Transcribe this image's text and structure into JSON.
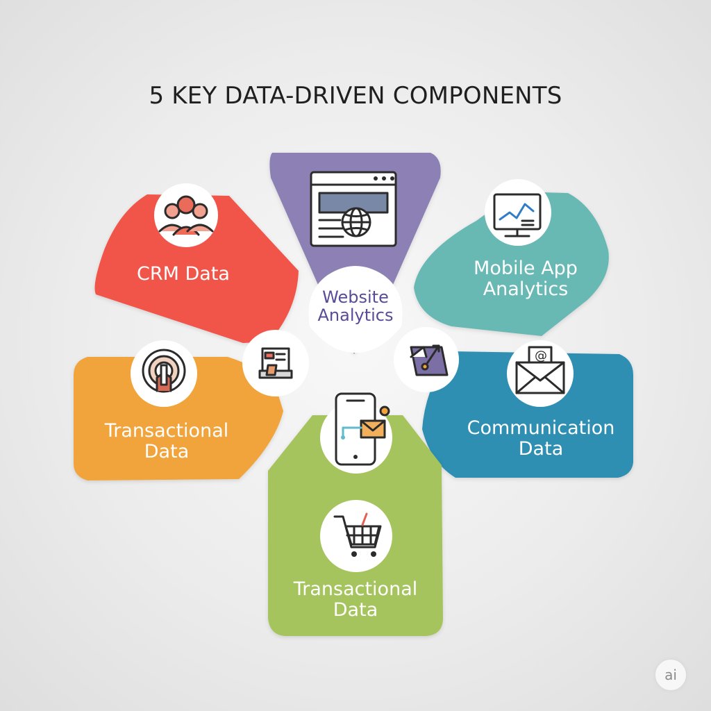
{
  "title": "5 KEY DATA-DRIVEN COMPONENTS",
  "components": {
    "crm": {
      "label": "CRM Data",
      "icon": "people-icon",
      "color": "#f15548"
    },
    "website": {
      "line1": "Website",
      "line2": "Analytics",
      "icon": "browser-globe-icon",
      "color": "#8d80b5"
    },
    "mobile": {
      "line1": "Mobile App",
      "line2": "Analytics",
      "icon": "monitor-chart-icon",
      "color": "#67b8b4"
    },
    "transactional_left": {
      "line1": "Transactional",
      "line2": "Data",
      "icon": "target-person-icon",
      "color": "#f1a43b"
    },
    "communication": {
      "line1": "Communication",
      "line2": "Data",
      "icon": "envelope-at-icon",
      "color": "#2f8fb2"
    },
    "transactional_bottom": {
      "line1": "Transactional",
      "line2": "Data",
      "icon": "shopping-cart-icon",
      "color": "#a5c45d"
    }
  },
  "connector_icons": {
    "left": "register-icon",
    "right": "arrow-chart-icon",
    "center": "phone-envelope-icon"
  },
  "logo": {
    "text": "ai"
  }
}
